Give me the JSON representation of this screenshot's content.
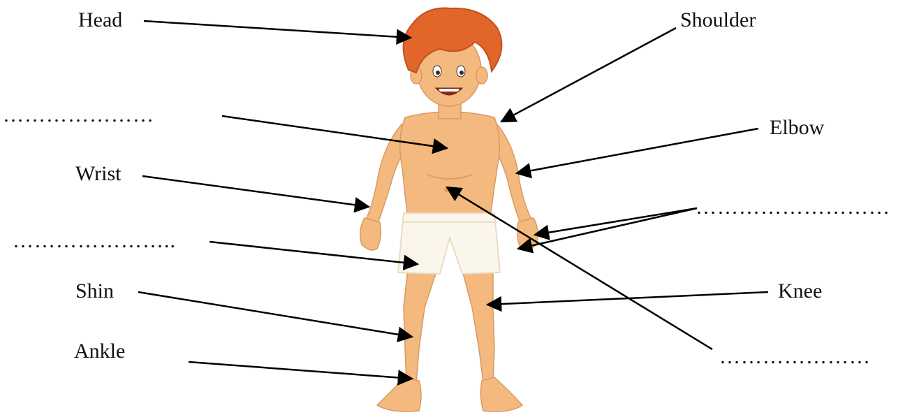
{
  "labels": {
    "head": "Head",
    "shoulder": "Shoulder",
    "chest_blank": "…………………",
    "elbow": "Elbow",
    "wrist": "Wrist",
    "fingers_blank": "………………………",
    "hips_blank": "…………………..",
    "shin": "Shin",
    "knee": "Knee",
    "ankle": "Ankle",
    "navel_blank": "…………………"
  },
  "colors": {
    "skin": "#f3b97e",
    "skin_shade": "#e49a5e",
    "hair": "#e0662a",
    "hair_dark": "#c44e1c",
    "shorts": "#fbf6ec",
    "shorts_shade": "#e8dcc4",
    "line": "#000000"
  }
}
